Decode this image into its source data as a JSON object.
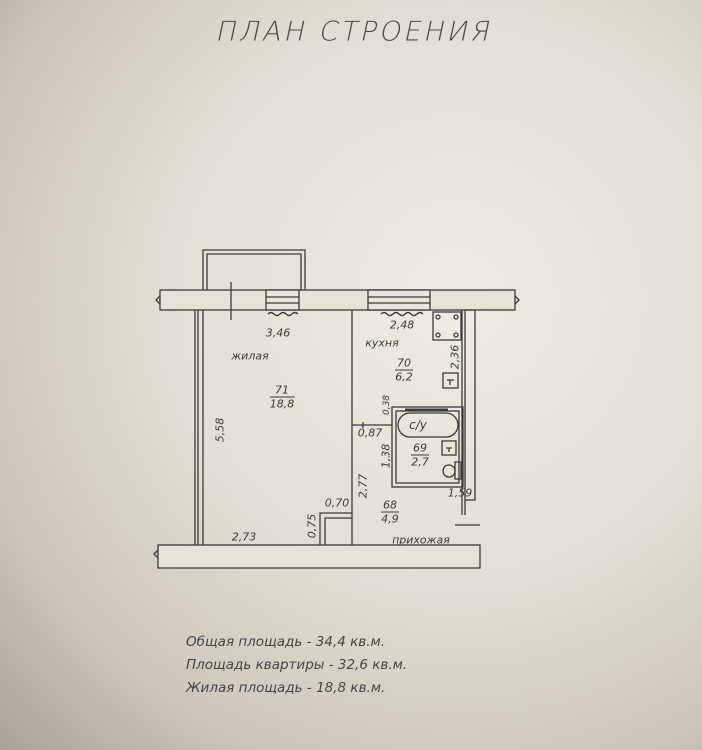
{
  "title": "ПЛАН СТРОЕНИЯ",
  "rooms": {
    "living": {
      "name": "жилая",
      "number": "71",
      "area": "18,8"
    },
    "kitchen": {
      "name": "кухня",
      "number": "70",
      "area": "6,2"
    },
    "bathroom": {
      "name": "с/у",
      "number": "69",
      "area": "2,7"
    },
    "hallway": {
      "name": "прихожая",
      "number": "68",
      "area": "4,9"
    }
  },
  "dimensions": {
    "living_width_top": "3,46",
    "living_height": "5,58",
    "living_width_bottom": "2,73",
    "kitchen_width": "2,48",
    "kitchen_height": "2,36",
    "bath_offset": "0,38",
    "bath_hall_width": "0,87",
    "bath_height": "1,38",
    "hall_length": "2,77",
    "bath_width": "1,59",
    "closet_width": "0,70",
    "closet_depth": "0,75"
  },
  "summary": {
    "total": "Общая площадь - 34,4 кв.м.",
    "apartment": "Площадь квартиры - 32,6 кв.м.",
    "living": "Жилая площадь - 18,8 кв.м."
  }
}
